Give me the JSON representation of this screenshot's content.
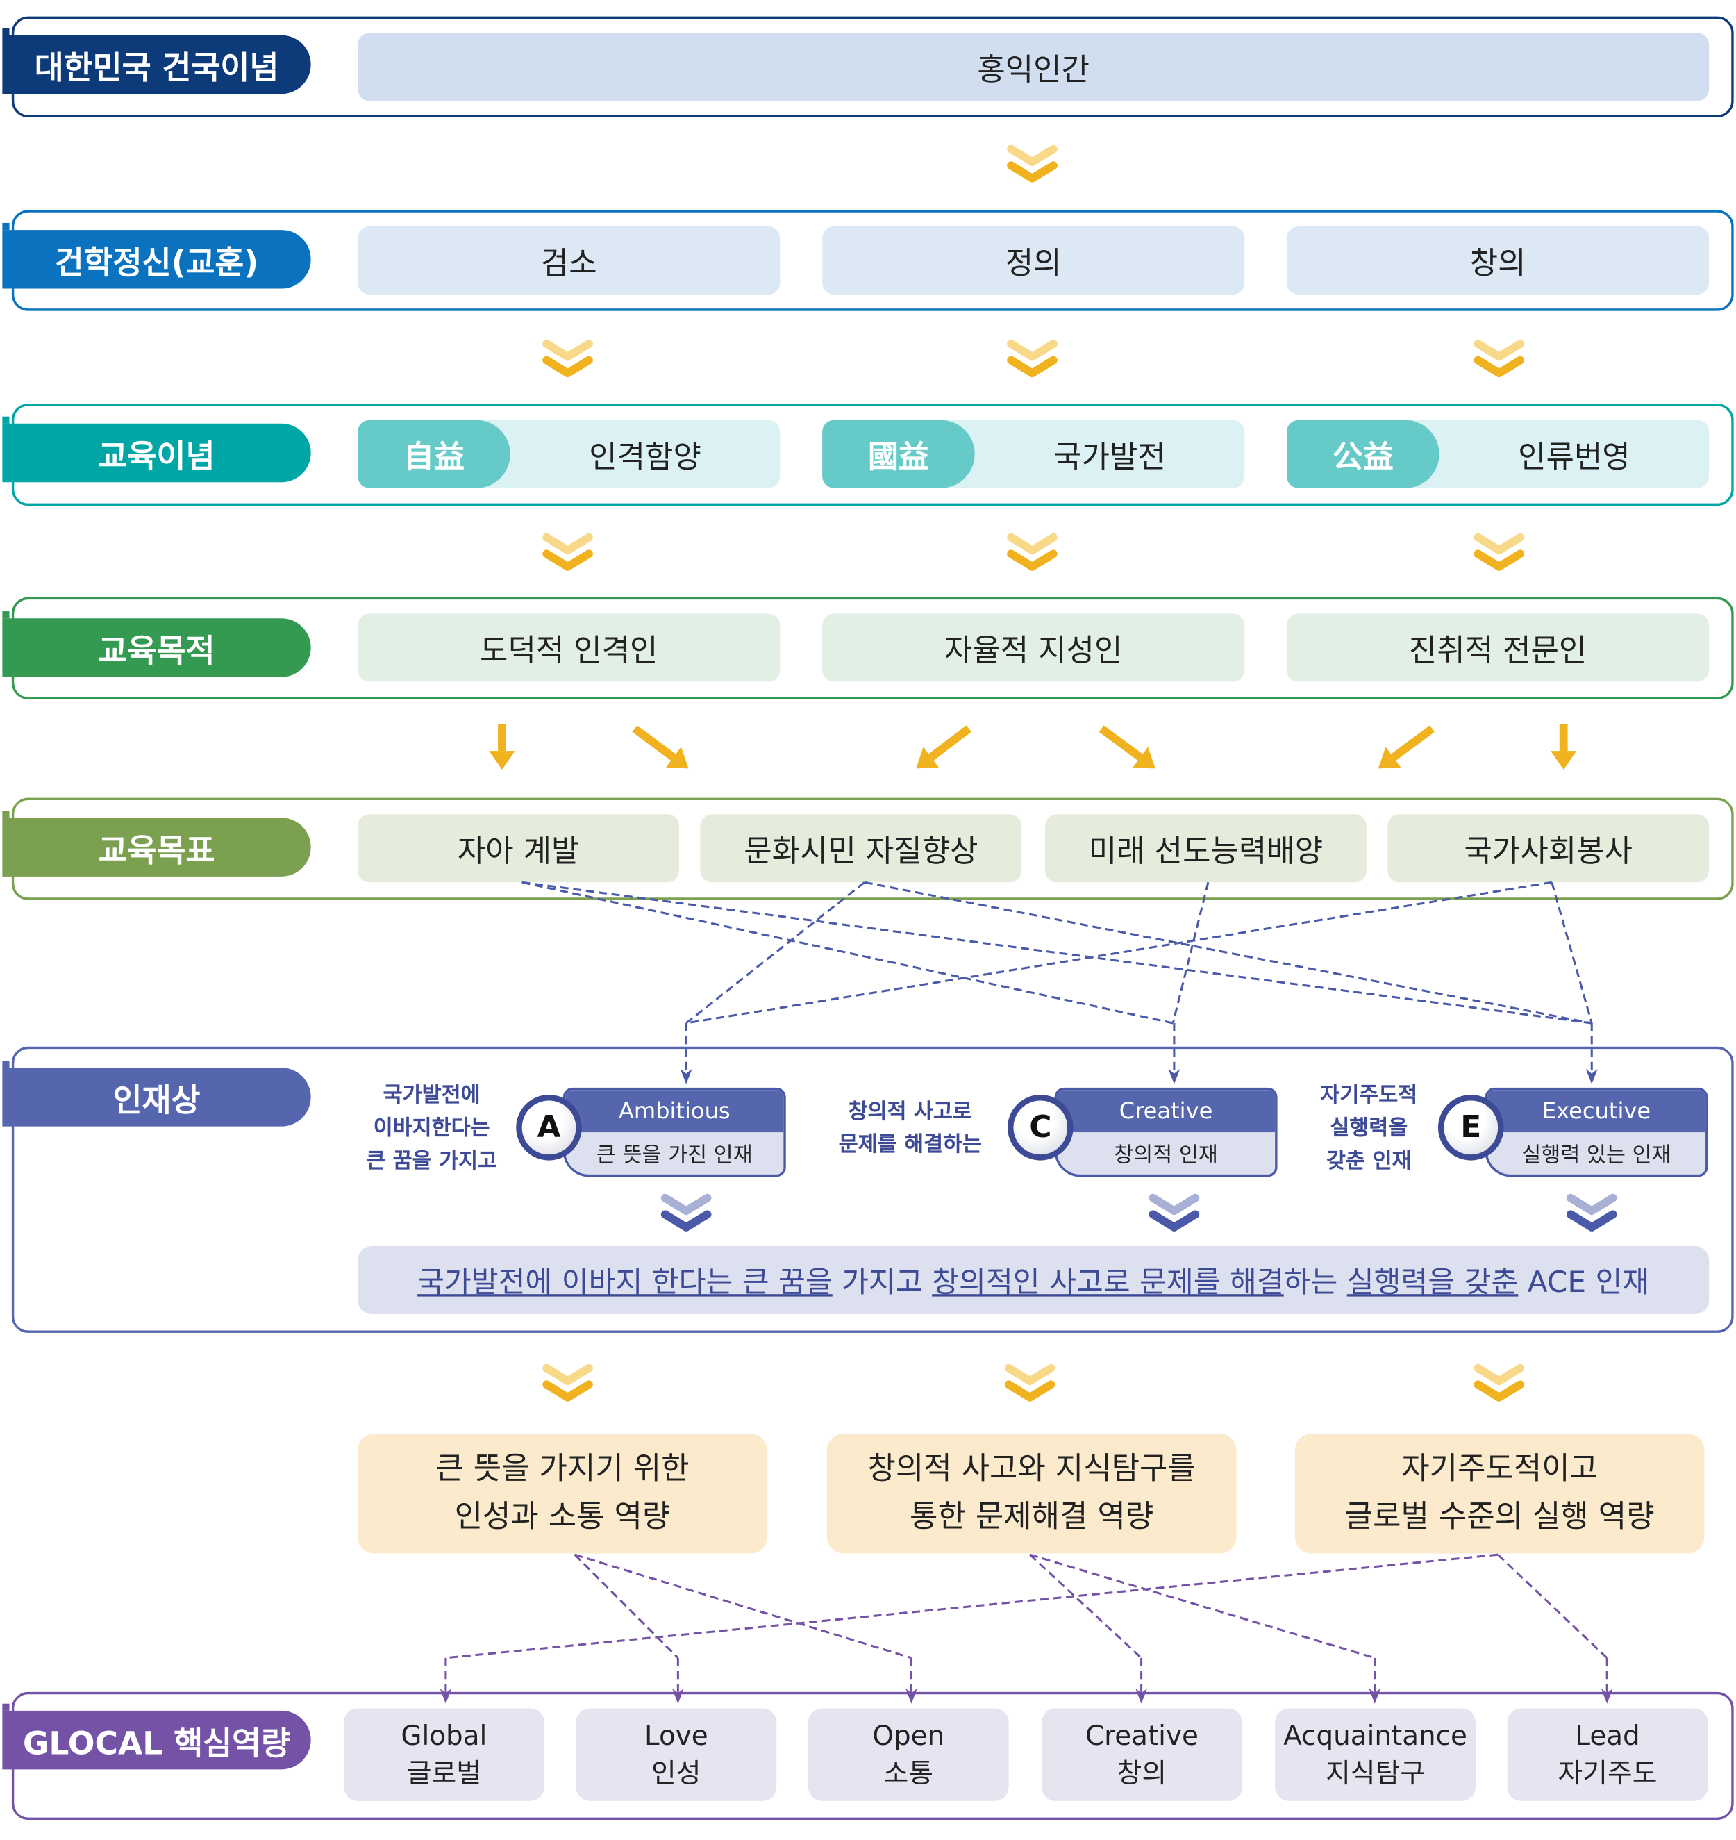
{
  "colors": {
    "row1": "#0d3a78",
    "row2": "#0a72bf",
    "row3": "#00a5a5",
    "row4": "#349a52",
    "row5": "#7aa050",
    "row6": "#5566ae",
    "row7": "#7452a6",
    "gold": "#f1b21f",
    "gold_light": "#f8d889",
    "blue_line": "#4a5aa8",
    "purple_line": "#7452a6"
  },
  "rows": [
    {
      "label": "대한민국 건국이념",
      "items": [
        "홍익인간"
      ]
    },
    {
      "label": "건학정신(교훈)",
      "items": [
        "검소",
        "정의",
        "창의"
      ]
    },
    {
      "label": "교육이념",
      "items": [
        {
          "hanja": "自益",
          "text": "인격함양"
        },
        {
          "hanja": "國益",
          "text": "국가발전"
        },
        {
          "hanja": "公益",
          "text": "인류번영"
        }
      ]
    },
    {
      "label": "교육목적",
      "items": [
        "도덕적 인격인",
        "자율적 지성인",
        "진취적 전문인"
      ]
    },
    {
      "label": "교육목표",
      "items": [
        "자아 계발",
        "문화시민 자질향상",
        "미래 선도능력배양",
        "국가사회봉사"
      ]
    }
  ],
  "talent": {
    "label": "인재상",
    "badges": [
      {
        "letter": "A",
        "en": "Ambitious",
        "ko": "큰 뜻을 가진 인재",
        "desc": [
          "국가발전에",
          "이바지한다는",
          "큰 꿈을 가지고"
        ]
      },
      {
        "letter": "C",
        "en": "Creative",
        "ko": "창의적 인재",
        "desc": [
          "창의적 사고로",
          "문제를 해결하는"
        ]
      },
      {
        "letter": "E",
        "en": "Executive",
        "ko": "실행력 있는 인재",
        "desc": [
          "자기주도적",
          "실행력을",
          "갖춘 인재"
        ]
      }
    ],
    "summary": [
      {
        "text": "국가발전에 이바지 한다는 큰 꿈을",
        "u": true
      },
      {
        "text": " 가지고 ",
        "u": false
      },
      {
        "text": "창의적인 사고로 문제를 해결",
        "u": true
      },
      {
        "text": "하는 ",
        "u": false
      },
      {
        "text": "실행력을 갖춘",
        "u": true
      },
      {
        "text": " ACE 인재",
        "u": false
      }
    ]
  },
  "competency_groups": [
    [
      "큰 뜻을 가지기 위한",
      "인성과 소통 역량"
    ],
    [
      "창의적 사고와 지식탐구를",
      "통한 문제해결 역량"
    ],
    [
      "자기주도적이고",
      "글로벌 수준의 실행 역량"
    ]
  ],
  "glocal": {
    "label": "GLOCAL 핵심역량",
    "items": [
      {
        "en": "Global",
        "ko": "글로벌"
      },
      {
        "en": "Love",
        "ko": "인성"
      },
      {
        "en": "Open",
        "ko": "소통"
      },
      {
        "en": "Creative",
        "ko": "창의"
      },
      {
        "en": "Acquaintance",
        "ko": "지식탐구"
      },
      {
        "en": "Lead",
        "ko": "자기주도"
      }
    ]
  }
}
